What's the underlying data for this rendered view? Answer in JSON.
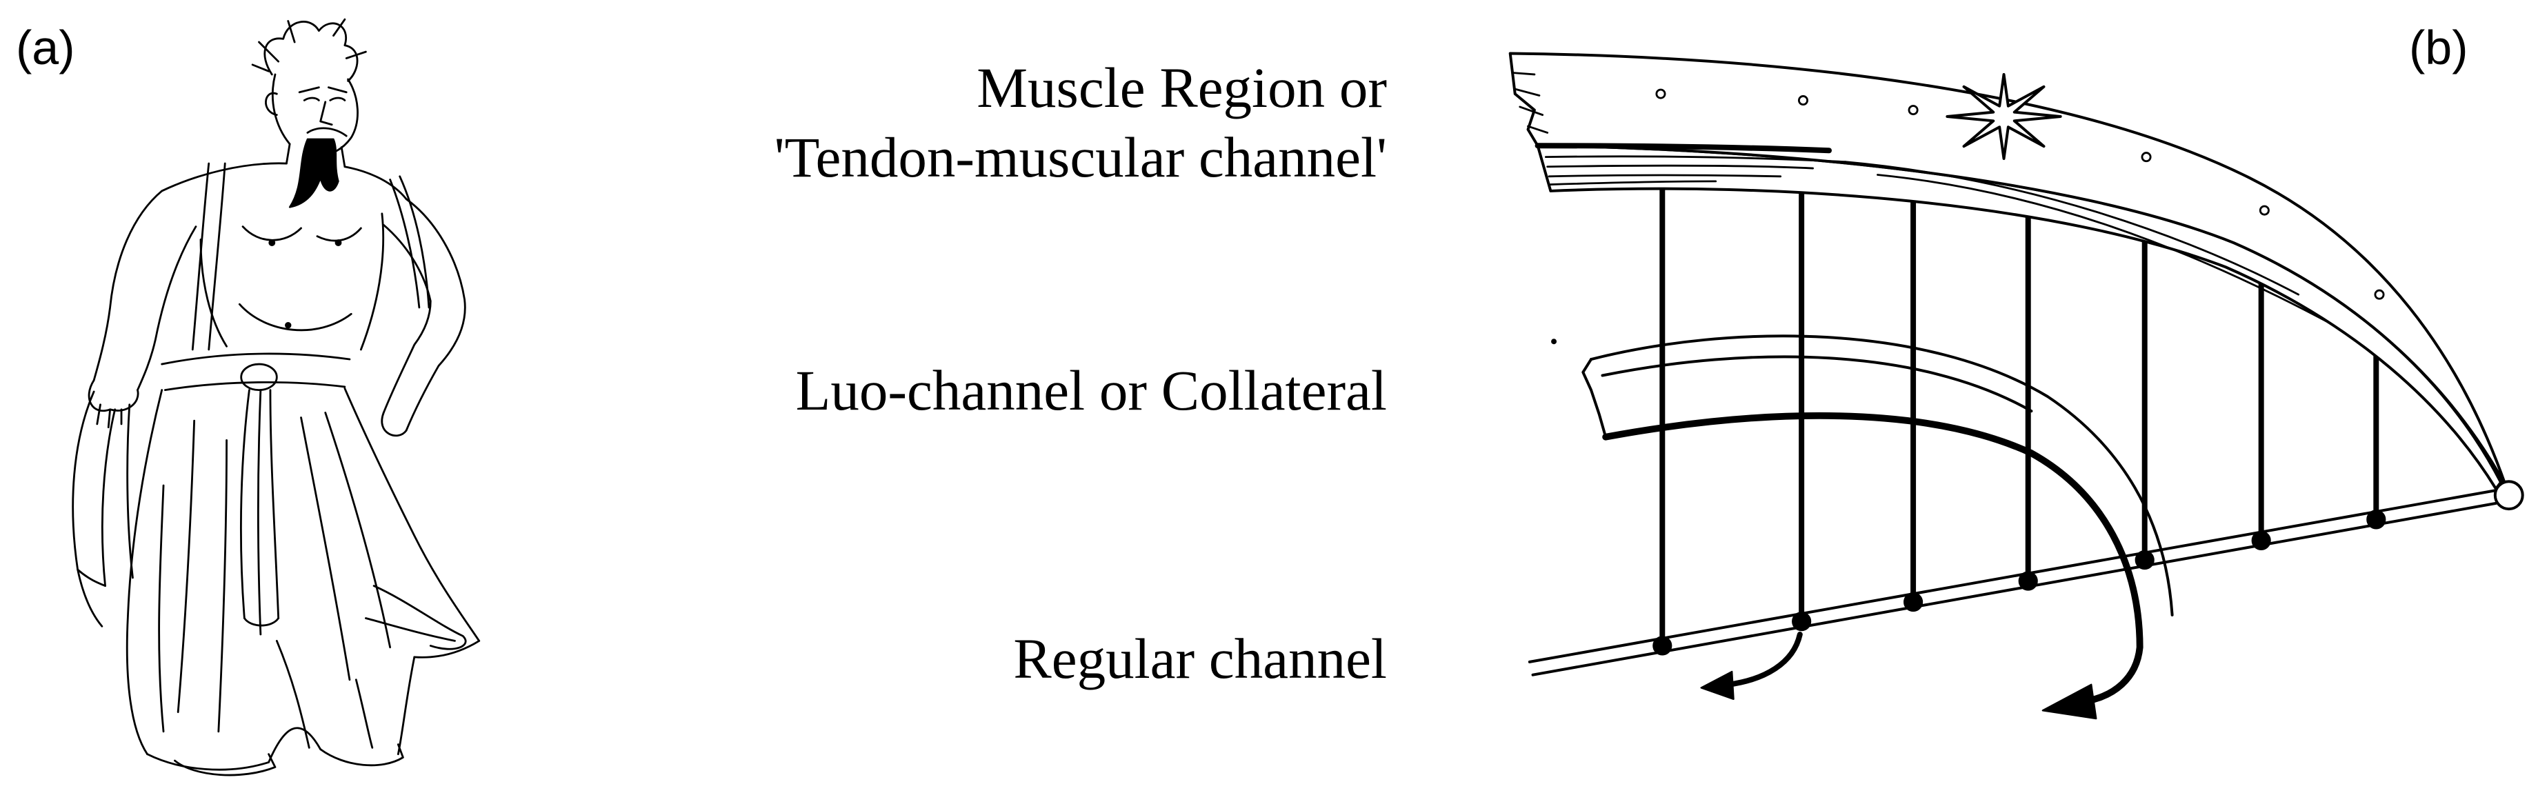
{
  "colors": {
    "ink": "#000000",
    "background": "#ffffff"
  },
  "panels": {
    "a": {
      "label": "(a)"
    },
    "b": {
      "label": "(b)"
    }
  },
  "labels": {
    "muscle_region_line1": "Muscle Region or",
    "muscle_region_line2": "'Tendon-muscular channel'",
    "luo_channel": "Luo-channel or Collateral",
    "regular_channel": "Regular channel"
  }
}
